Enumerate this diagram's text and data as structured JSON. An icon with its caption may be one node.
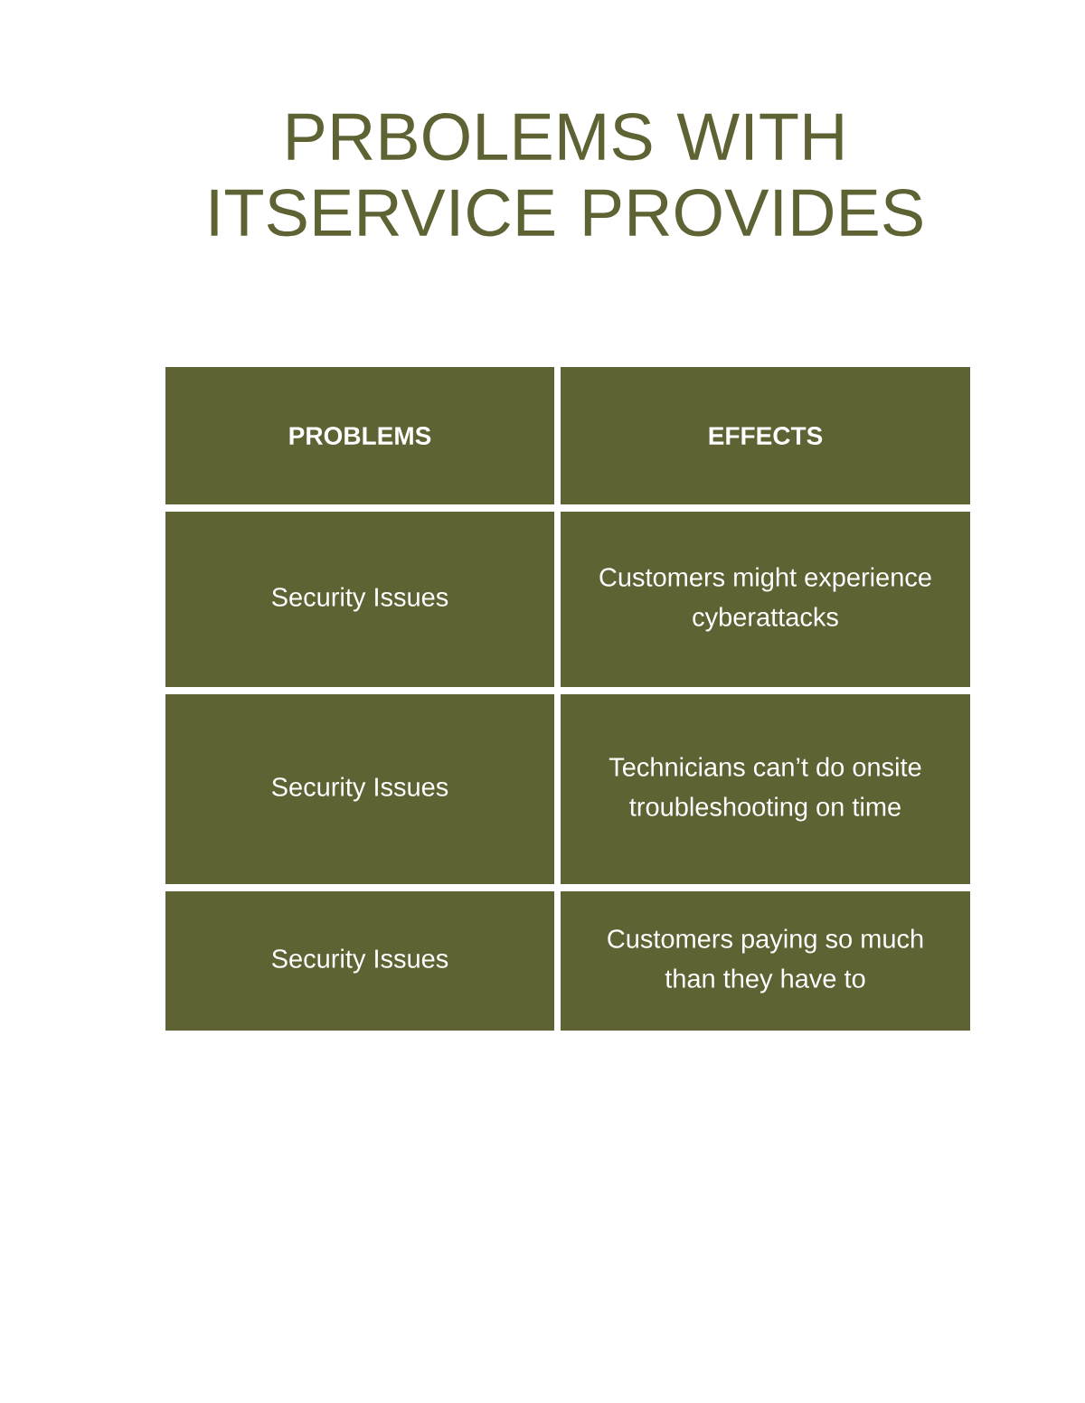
{
  "diagram": {
    "title": "PRBOLEMS WITH ITSERVICE PROVIDES",
    "nodes": [
      {
        "text": [
          "PROBLEMS"
        ]
      },
      {
        "text": [
          "EFFECTS"
        ]
      },
      {
        "text": [
          "Security Issues"
        ]
      },
      {
        "text": [
          "Customers might experience cyberattacks"
        ]
      },
      {
        "text": [
          "Security Issues"
        ]
      },
      {
        "text": [
          "Technicians can’t do onsite troubleshooting on time"
        ]
      },
      {
        "text": [
          "Security Issues"
        ]
      },
      {
        "text": [
          "Customers paying so much than they have to"
        ]
      }
    ]
  }
}
